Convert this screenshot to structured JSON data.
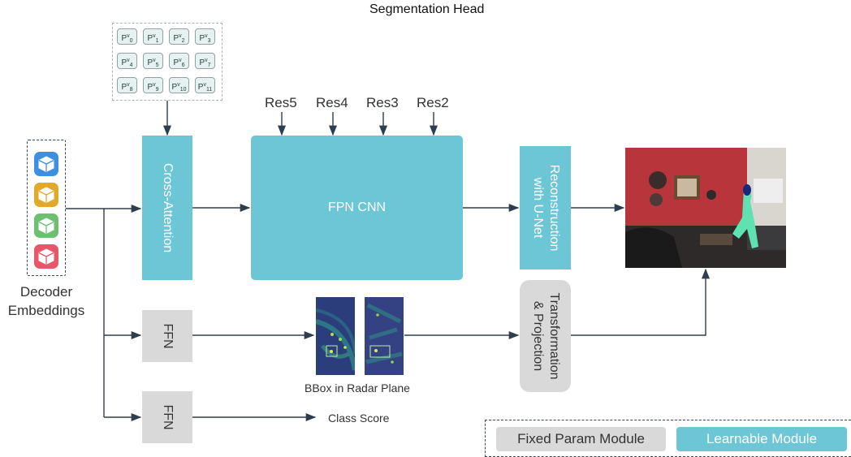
{
  "title": "Segmentation Head",
  "pv_tokens": [
    {
      "base": "P",
      "sup": "v",
      "sub": "0"
    },
    {
      "base": "P",
      "sup": "v",
      "sub": "1"
    },
    {
      "base": "P",
      "sup": "v",
      "sub": "2"
    },
    {
      "base": "P",
      "sup": "v",
      "sub": "3"
    },
    {
      "base": "P",
      "sup": "v",
      "sub": "4"
    },
    {
      "base": "P",
      "sup": "v",
      "sub": "5"
    },
    {
      "base": "P",
      "sup": "v",
      "sub": "6"
    },
    {
      "base": "P",
      "sup": "v",
      "sub": "7"
    },
    {
      "base": "P",
      "sup": "v",
      "sub": "8"
    },
    {
      "base": "P",
      "sup": "v",
      "sub": "9"
    },
    {
      "base": "P",
      "sup": "v",
      "sub": "10"
    },
    {
      "base": "P",
      "sup": "v",
      "sub": "11"
    }
  ],
  "embeddings": {
    "label_line1": "Decoder",
    "label_line2": "Embeddings",
    "cube_colors": [
      "#3d8fe0",
      "#e0a92a",
      "#6cc070",
      "#e8566a"
    ],
    "icon": "cube-icon"
  },
  "modules": {
    "cross_attention": "Cross-Attention",
    "fpn_cnn": "FPN CNN",
    "reconstruction_line1": "Reconstruction",
    "reconstruction_line2": "with U-Net",
    "ffn_top": "FFN",
    "ffn_bottom": "FFN",
    "transformation_line1": "Transformation",
    "transformation_line2": "& Projection"
  },
  "res_inputs": [
    "Res5",
    "Res4",
    "Res3",
    "Res2"
  ],
  "bbox_label": "BBox in Radar Plane",
  "class_score_label": "Class Score",
  "legend": {
    "fixed": "Fixed Param Module",
    "learnable": "Learnable Module"
  },
  "colors": {
    "learnable": "#6cc6d6",
    "fixed": "#d9d9d9",
    "arrow": "#2f3e4c"
  }
}
